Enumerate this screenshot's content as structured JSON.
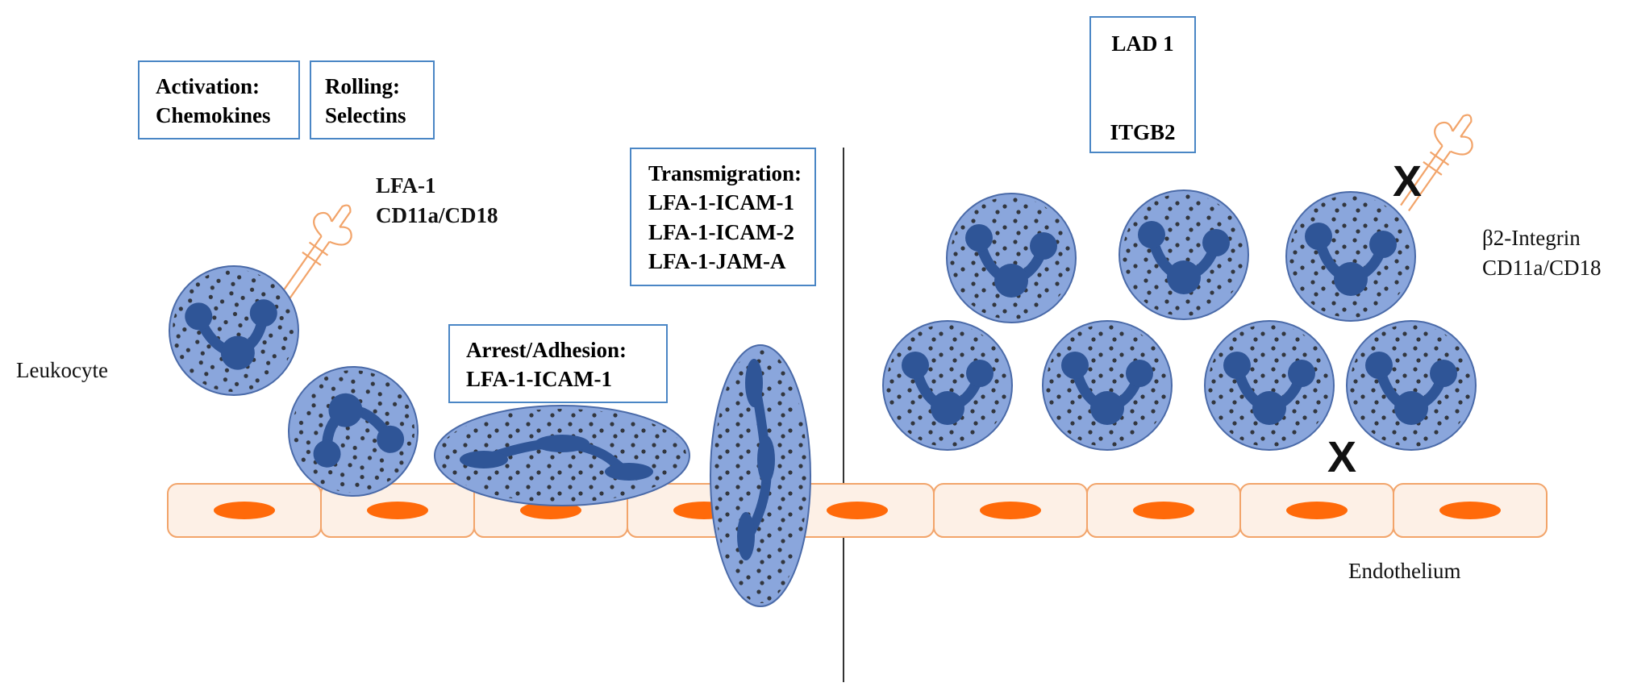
{
  "labels": {
    "activation_title": "Activation:",
    "activation_sub": "Chemokines",
    "rolling_title": "Rolling:",
    "rolling_sub": "Selectins",
    "lfa1": "LFA-1",
    "lfa1_cd": "CD11a/CD18",
    "leukocyte": "Leukocyte",
    "transmigration_title": "Transmigration:",
    "transmigration_1": "LFA-1-ICAM-1",
    "transmigration_2": "LFA-1-ICAM-2",
    "transmigration_3": "LFA-1-JAM-A",
    "arrest_title": "Arrest/Adhesion:",
    "arrest_sub": "LFA-1-ICAM-1",
    "lad_title": "LAD 1",
    "lad_gene": "ITGB2",
    "integrin": "β2-Integrin",
    "integrin_cd": "CD11a/CD18",
    "endothelium": "Endothelium",
    "block_mark_top": "X",
    "block_mark_bottom": "X"
  },
  "colors": {
    "box_border": "#4a86c5",
    "cell_fill": "#8aa6dc",
    "cell_stroke": "#4a6aa8",
    "nucleus": "#2f5597",
    "endothelium_fill": "#fdf0e6",
    "endothelium_stroke": "#f2a46a",
    "endothelium_nucleus": "#ff6a0a",
    "bolt": "#e8231f",
    "divider": "#333333"
  }
}
